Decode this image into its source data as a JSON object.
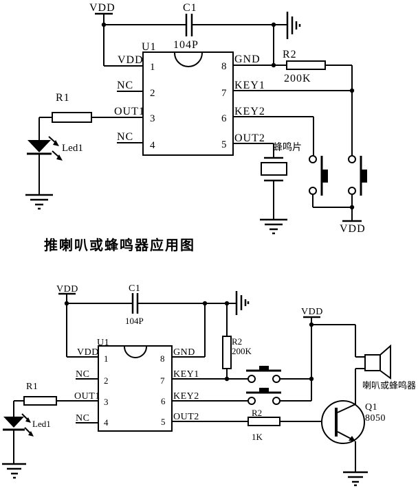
{
  "caption": "推喇叭或蜂鸣器应用图",
  "top_circuit": {
    "vdd_top": "VDD",
    "cap_ref": "C1",
    "cap_value": "104P",
    "ic_ref": "U1",
    "left_pins": [
      {
        "num": "1",
        "name": "VDD"
      },
      {
        "num": "2",
        "name": "NC"
      },
      {
        "num": "3",
        "name": "OUT1"
      },
      {
        "num": "4",
        "name": "NC"
      }
    ],
    "right_pins": [
      {
        "num": "8",
        "name": "GND"
      },
      {
        "num": "7",
        "name": "KEY1"
      },
      {
        "num": "6",
        "name": "KEY2"
      },
      {
        "num": "5",
        "name": "OUT2"
      }
    ],
    "r1_ref": "R1",
    "led_ref": "Led1",
    "r2_ref": "R2",
    "r2_value": "200K",
    "buzzer_label": "蜂鸣片",
    "vdd_buttons": "VDD"
  },
  "bottom_circuit": {
    "vdd_top": "VDD",
    "cap_ref": "C1",
    "cap_value": "104P",
    "ic_ref": "U1",
    "left_pins": [
      {
        "num": "1",
        "name": "VDD"
      },
      {
        "num": "2",
        "name": "NC"
      },
      {
        "num": "3",
        "name": "OUT1"
      },
      {
        "num": "4",
        "name": "NC"
      }
    ],
    "right_pins": [
      {
        "num": "8",
        "name": "GND"
      },
      {
        "num": "7",
        "name": "KEY1"
      },
      {
        "num": "6",
        "name": "KEY2"
      },
      {
        "num": "5",
        "name": "OUT2"
      }
    ],
    "r1_ref": "R1",
    "led_ref": "Led1",
    "r2_ref": "R2",
    "r2_value": "200K",
    "r3_ref": "R2",
    "r3_value": "1K",
    "q1_ref": "Q1",
    "q1_value": "8050",
    "speaker_label": "喇叭或蜂鸣器",
    "vdd_right": "VDD"
  }
}
